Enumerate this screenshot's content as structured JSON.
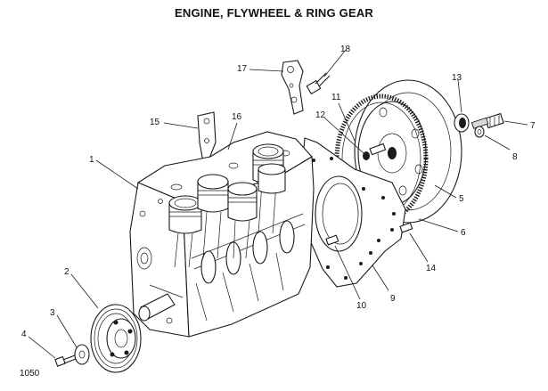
{
  "title": "ENGINE, FLYWHEEL & RING GEAR",
  "reference_number": "1050",
  "callouts": [
    {
      "id": "c1",
      "label": "1"
    },
    {
      "id": "c2",
      "label": "2"
    },
    {
      "id": "c3",
      "label": "3"
    },
    {
      "id": "c4",
      "label": "4"
    },
    {
      "id": "c5",
      "label": "5"
    },
    {
      "id": "c6",
      "label": "6"
    },
    {
      "id": "c7",
      "label": "7"
    },
    {
      "id": "c8",
      "label": "8"
    },
    {
      "id": "c9",
      "label": "9"
    },
    {
      "id": "c10",
      "label": "10"
    },
    {
      "id": "c11",
      "label": "11"
    },
    {
      "id": "c12",
      "label": "12"
    },
    {
      "id": "c13",
      "label": "13"
    },
    {
      "id": "c14",
      "label": "14"
    },
    {
      "id": "c15",
      "label": "15"
    },
    {
      "id": "c16",
      "label": "16"
    },
    {
      "id": "c17",
      "label": "17"
    },
    {
      "id": "c18",
      "label": "18"
    }
  ]
}
